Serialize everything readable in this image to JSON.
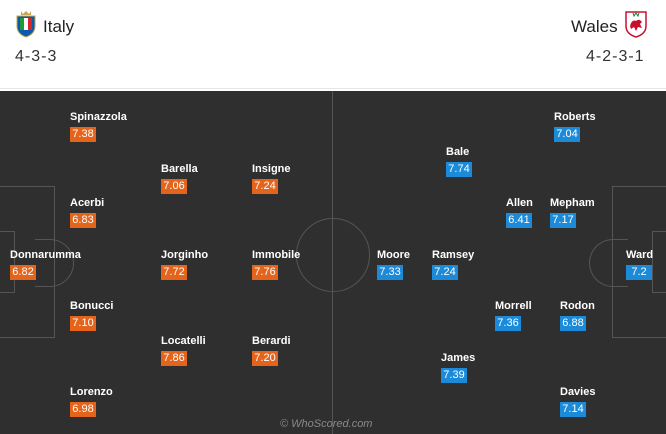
{
  "home": {
    "name": "Italy",
    "formation": "4-3-3",
    "badge_icon": "italy-crest-icon",
    "rating_color": "#e4641b",
    "players": [
      {
        "id": "spinazzola",
        "name": "Spinazzola",
        "rating": "7.38"
      },
      {
        "id": "acerbi",
        "name": "Acerbi",
        "rating": "6.83"
      },
      {
        "id": "donnarumma",
        "name": "Donnarumma",
        "rating": "6.82"
      },
      {
        "id": "bonucci",
        "name": "Bonucci",
        "rating": "7.10"
      },
      {
        "id": "lorenzo",
        "name": "Lorenzo",
        "rating": "6.98"
      },
      {
        "id": "barella",
        "name": "Barella",
        "rating": "7.06"
      },
      {
        "id": "jorginho",
        "name": "Jorginho",
        "rating": "7.72"
      },
      {
        "id": "locatelli",
        "name": "Locatelli",
        "rating": "7.86"
      },
      {
        "id": "insigne",
        "name": "Insigne",
        "rating": "7.24"
      },
      {
        "id": "immobile",
        "name": "Immobile",
        "rating": "7.76"
      },
      {
        "id": "berardi",
        "name": "Berardi",
        "rating": "7.20"
      }
    ]
  },
  "away": {
    "name": "Wales",
    "formation": "4-2-3-1",
    "badge_icon": "wales-crest-icon",
    "rating_color": "#1b8ad9",
    "players": [
      {
        "id": "moore",
        "name": "Moore",
        "rating": "7.33"
      },
      {
        "id": "bale",
        "name": "Bale",
        "rating": "7.74"
      },
      {
        "id": "ramsey",
        "name": "Ramsey",
        "rating": "7.24"
      },
      {
        "id": "james",
        "name": "James",
        "rating": "7.39"
      },
      {
        "id": "allen",
        "name": "Allen",
        "rating": "6.41"
      },
      {
        "id": "morrell",
        "name": "Morrell",
        "rating": "7.36"
      },
      {
        "id": "roberts",
        "name": "Roberts",
        "rating": "7.04"
      },
      {
        "id": "mepham",
        "name": "Mepham",
        "rating": "7.17"
      },
      {
        "id": "rodon",
        "name": "Rodon",
        "rating": "6.88"
      },
      {
        "id": "davies",
        "name": "Davies",
        "rating": "7.14"
      },
      {
        "id": "ward",
        "name": "Ward",
        "rating": "7.2"
      }
    ]
  },
  "watermark": "© WhoScored.com"
}
